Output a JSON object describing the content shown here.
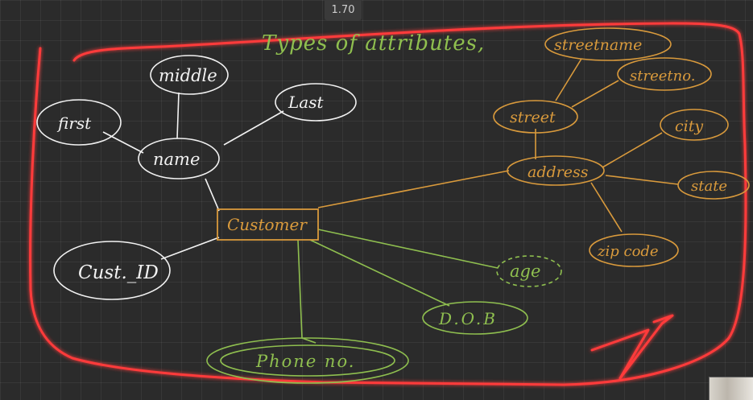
{
  "viewer": {
    "zoom_label": "1.70"
  },
  "diagram": {
    "title": "Types of attributes,",
    "entity": "Customer",
    "attributes": {
      "first": "first",
      "middle": "middle",
      "last": "Last",
      "name": "name",
      "cust_id": "Cust._ID",
      "address": "address",
      "street": "street",
      "street_name": "streetname",
      "street_no": "streetno.",
      "city": "city",
      "state": "state",
      "zip_code": "zip code",
      "age": "age",
      "dob": "D.O.B",
      "phone_no": "Phone no."
    }
  },
  "colors": {
    "background": "#2b2b2b",
    "frame_red": "#ff3b3b",
    "white_ink": "#f2f2f2",
    "orange_ink": "#d99a3c",
    "green_ink": "#8fbf4f"
  }
}
